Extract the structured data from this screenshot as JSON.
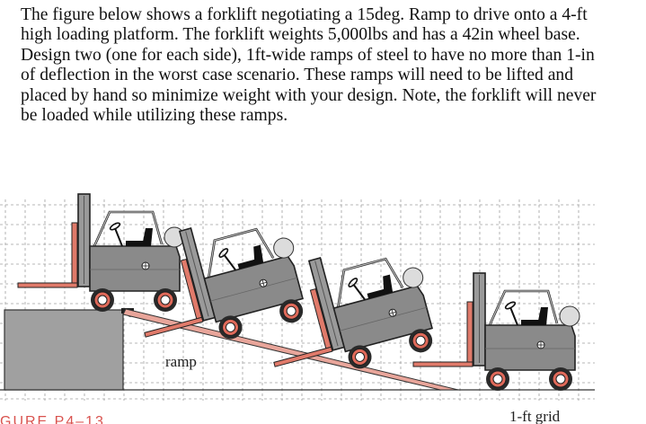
{
  "problem": {
    "lines": [
      "The figure below shows a forklift negotiating a 15deg. Ramp to drive onto a 4-ft",
      "high loading platform. The forklift weights 5,000lbs and has a 42in wheel base.",
      "Design two (one for each side), 1ft-wide ramps of steel to have no more than 1-in",
      "of deflection in the worst case scenario. These ramps will need to be lifted and",
      "placed by hand so minimize weight with your design. Note, the forklift will never",
      "be loaded while utilizing these ramps."
    ]
  },
  "figure": {
    "ramp_label": "ramp",
    "grid_label": "1-ft grid",
    "caption": "GURE P4–13",
    "colors": {
      "forklift_body": "#8a8a8a",
      "forklift_outline": "#222222",
      "mast": "#9a9a9a",
      "forks": "#e07a6a",
      "ramp": "#e8a59a",
      "platform": "#a0a0a0",
      "wheel_rim": "#e06a5a",
      "grid": "#9a9a9a"
    }
  }
}
